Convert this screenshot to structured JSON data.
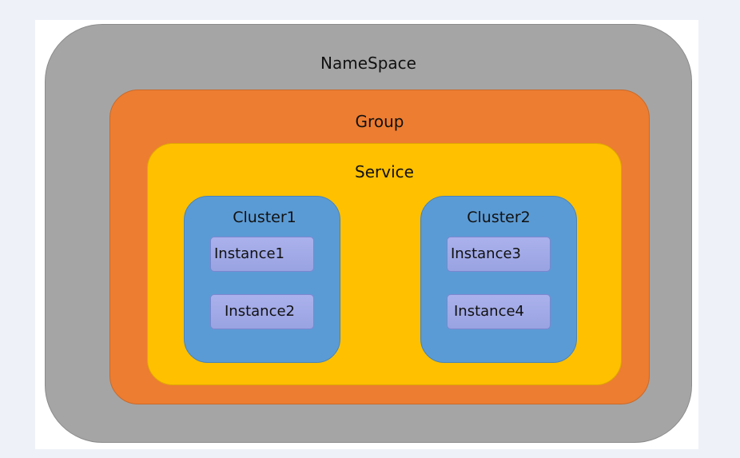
{
  "diagram": {
    "namespace": "NameSpace",
    "group": "Group",
    "service": "Service",
    "clusters": [
      {
        "label": "Cluster1",
        "instances": [
          "Instance1",
          "Instance2"
        ]
      },
      {
        "label": "Cluster2",
        "instances": [
          "Instance3",
          "Instance4"
        ]
      }
    ]
  },
  "colors": {
    "page_background": "#eef1f8",
    "namespace": "#a5a5a5",
    "group": "#ed7d31",
    "service": "#ffc000",
    "cluster": "#5b9bd5",
    "instance": "#a3aae8"
  }
}
